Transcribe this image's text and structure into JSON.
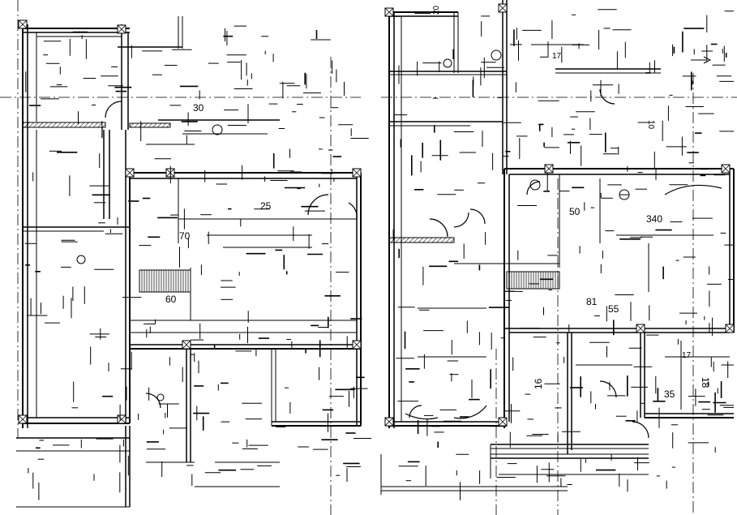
{
  "labels": [
    "30",
    "25",
    "340",
    "55",
    "81",
    "50",
    "20",
    "18",
    "35",
    "17",
    "17",
    "10",
    "60",
    "70",
    "16"
  ],
  "colors": {
    "line": "#000000",
    "background": "#ffffff"
  }
}
